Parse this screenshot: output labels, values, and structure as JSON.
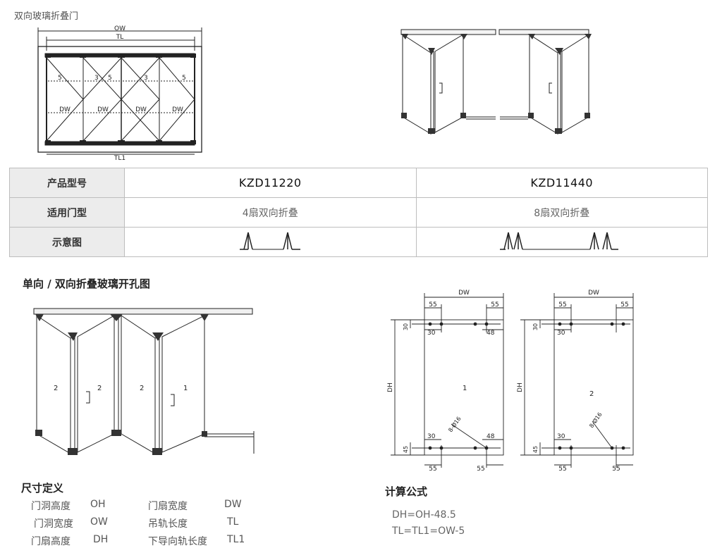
{
  "page_title": "双向玻璃折叠门",
  "top_drawing": {
    "labels": {
      "ow": "OW",
      "tl": "TL",
      "tl1": "TL1",
      "dw": "DW",
      "dim5": "5",
      "dim3": "3"
    }
  },
  "spec_table": {
    "headers": [
      "产品型号",
      "适用门型",
      "示意图"
    ],
    "models": [
      "KZD11220",
      "KZD11440"
    ],
    "door_types": [
      "4扇双向折叠",
      "8扇双向折叠"
    ]
  },
  "section_hole": {
    "title": "单向 / 双向折叠玻璃开孔图",
    "panel_numbers": [
      "2",
      "2",
      "2",
      "1"
    ]
  },
  "hole_drawings": [
    {
      "panel_number": "1",
      "dw": "DW",
      "dh": "DH",
      "dim55": "55",
      "dim30": "30",
      "dim48": "48",
      "dim45": "45",
      "hole": "8-Ø16"
    },
    {
      "panel_number": "2",
      "dw": "DW",
      "dh": "DH",
      "dim55": "55",
      "dim30": "30",
      "dim45": "45",
      "hole": "8-Ø16"
    }
  ],
  "definitions": {
    "title": "尺寸定义",
    "rows": [
      {
        "label_a": "门洞高度",
        "abbr_a": "OH",
        "label_b": "门扇宽度",
        "abbr_b": "DW"
      },
      {
        "label_a": "门洞宽度",
        "abbr_a": "OW",
        "label_b": "吊轨长度",
        "abbr_b": "TL"
      },
      {
        "label_a": "门扇高度",
        "abbr_a": "DH",
        "label_b": "下导向轨长度",
        "abbr_b": "TL1"
      }
    ]
  },
  "formulas": {
    "title": "计算公式",
    "lines": [
      "DH=OH-48.5",
      "TL=TL1=OW-5"
    ]
  }
}
